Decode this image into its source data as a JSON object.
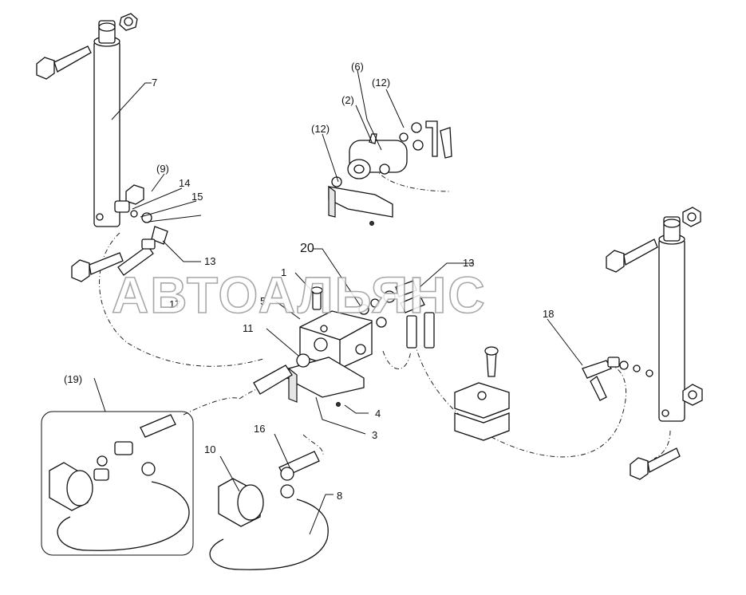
{
  "watermark": "АВТОАЛЬЯНС",
  "callouts": {
    "c1": "1",
    "c2": "(2)",
    "c3": "3",
    "c4": "4",
    "c5": "5",
    "c6": "(6)",
    "c7": "7",
    "c8": "8",
    "c9": "(9)",
    "c10": "10",
    "c11": "11",
    "c12a": "(12)",
    "c12b": "(12)",
    "c13a": "13",
    "c13b": "13",
    "c14": "14",
    "c15": "15",
    "c16": "16",
    "c17": "17",
    "c18": "18",
    "c19": "(19)",
    "c20": "20"
  }
}
